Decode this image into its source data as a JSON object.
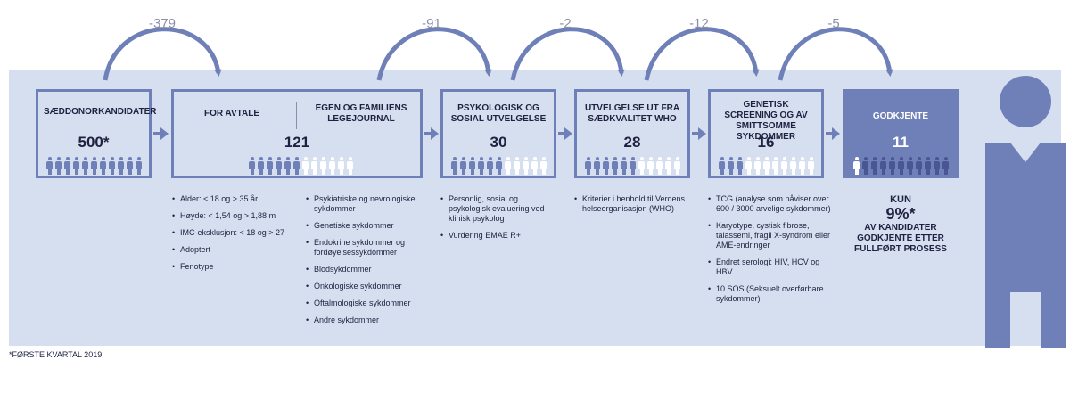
{
  "deltas": [
    "-379",
    "-91",
    "-2",
    "-12",
    "-5"
  ],
  "steps": [
    {
      "title": "SÆDDONORKANDIDATER",
      "count": "500*"
    },
    {
      "title_left": "FOR AVTALE",
      "title_right": "EGEN OG FAMILIENS LEGEJOURNAL",
      "count": "121"
    },
    {
      "title": "PSYKOLOGISK OG SOSIAL UTVELGELSE",
      "count": "30"
    },
    {
      "title": "UTVELGELSE UT FRA SÆDKVALITET WHO",
      "count": "28"
    },
    {
      "title": "GENETISK SCREENING OG AV SMITTSOMME SYKDOMMER",
      "count": "16"
    },
    {
      "title": "GODKJENTE",
      "count": "11"
    }
  ],
  "criteria": {
    "col1": [
      "Alder: < 18 og > 35 år",
      "Høyde: < 1,54 og > 1,88 m",
      "IMC-eksklusjon: < 18 og > 27",
      "Adoptert",
      "Fenotype"
    ],
    "col2": [
      "Psykiatriske og nevrologiske sykdommer",
      "Genetiske sykdommer",
      "Endokrine sykdommer og fordøyelsessykdommer",
      "Blodsykdommer",
      "Onkologiske sykdommer",
      "Oftalmologiske sykdommer",
      "Andre sykdommer"
    ],
    "col3": [
      "Personlig, sosial og psykologisk evaluering ved klinisk psykolog",
      "Vurdering EMAE R+"
    ],
    "col4": [
      "Kriterier i henhold til Verdens helseorganisasjon (WHO)"
    ],
    "col5": [
      "TCG (analyse som påviser over 600 / 3000 arvelige sykdommer)",
      "Karyotype, cystisk fibrose, talassemi, fragil X-syndrom eller AME-endringer",
      "Endret serologi: HIV, HCV og HBV",
      "10 SOS (Seksuelt overførbare sykdommer)"
    ]
  },
  "final_note": {
    "line1": "KUN",
    "line2": "9%*",
    "line3": "AV KANDIDATER GODKJENTE ETTER FULLFØRT PROSESS"
  },
  "footnote": "*FØRSTE KVARTAL 2019",
  "colors": {
    "accent": "#6f7fb8",
    "band": "#d6dfef",
    "text": "#1e2140",
    "light_person": "#ffffff",
    "dark_person": "#4a5694"
  }
}
